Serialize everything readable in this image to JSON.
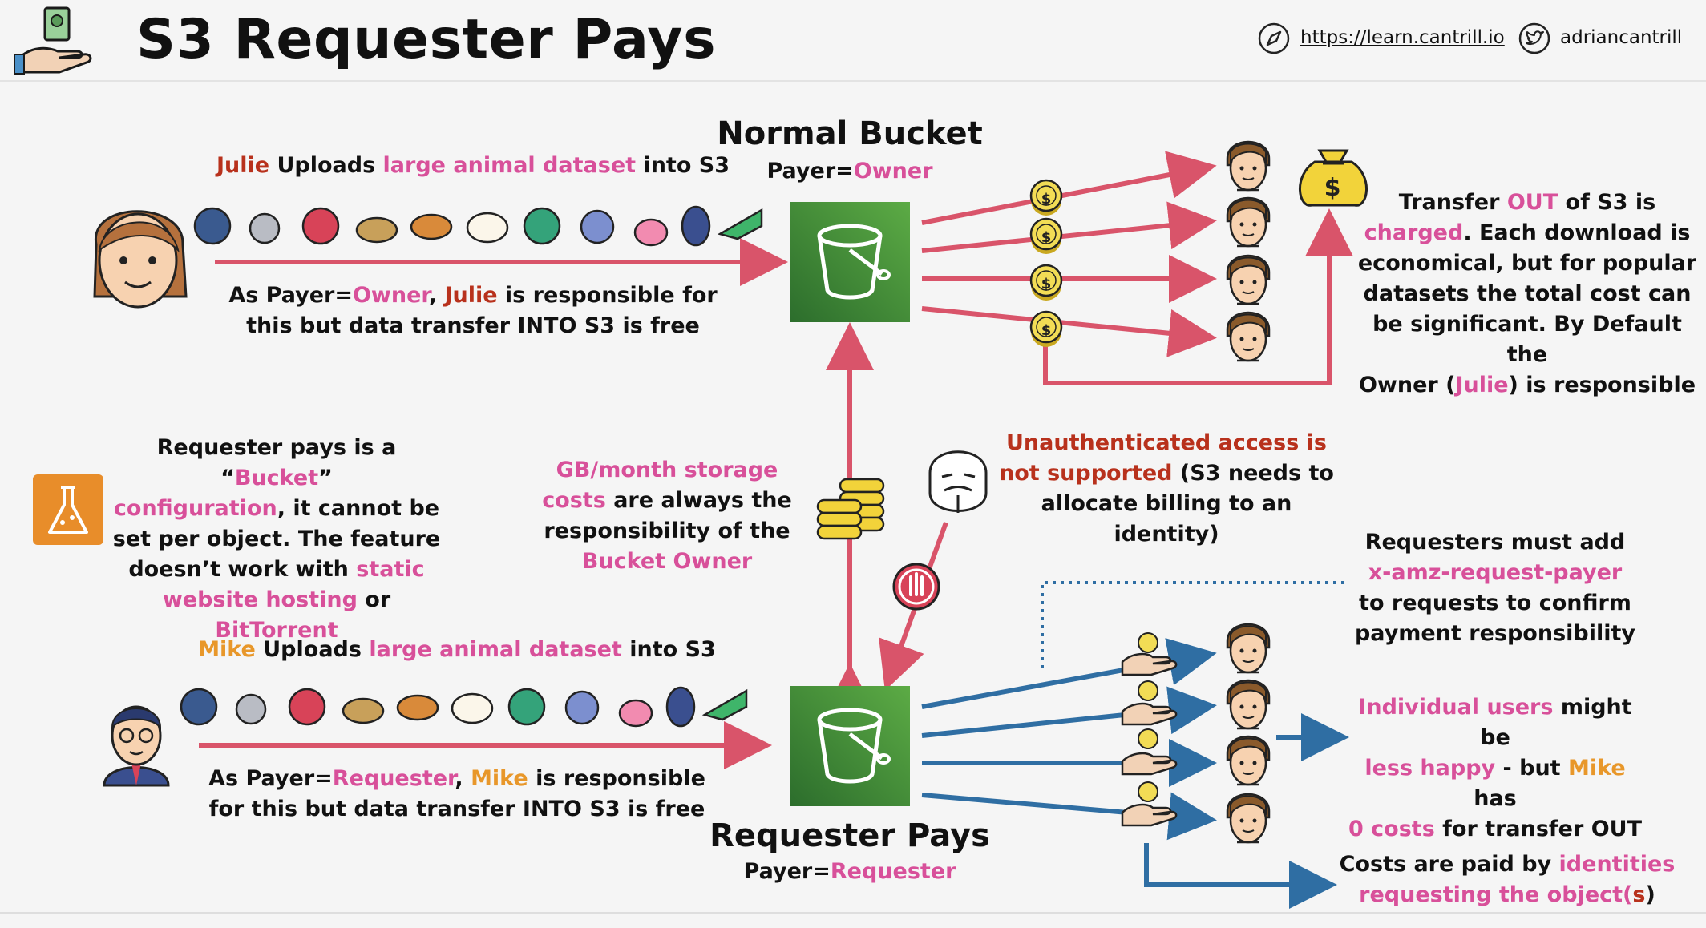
{
  "header": {
    "title": "S3 Requester Pays",
    "link": "https://learn.cantrill.io",
    "twitter": "adriancantrill"
  },
  "normal_bucket": {
    "title": "Normal Bucket",
    "payer_key": "Payer=",
    "payer_value": "Owner"
  },
  "requester_bucket": {
    "title": "Requester Pays",
    "payer_key": "Payer=",
    "payer_value": "Requester"
  },
  "julie": {
    "upload": [
      "Julie",
      " Uploads ",
      "large animal dataset",
      " into S3"
    ],
    "desc_l1": [
      "As Payer=",
      "Owner",
      ", ",
      "Julie",
      " is responsible for"
    ],
    "desc_l2": "this but data transfer INTO S3 is free"
  },
  "mike": {
    "upload": [
      "Mike",
      " Uploads ",
      "large animal dataset",
      " into S3"
    ],
    "desc_l1": [
      "As Payer=",
      "Requester",
      ", ",
      "Mike",
      " is responsible"
    ],
    "desc_l2": "for this but data transfer INTO S3 is free"
  },
  "transfer_out": {
    "l1": [
      "Transfer ",
      "OUT",
      " of S3 is"
    ],
    "l2": [
      "charged",
      ". Each download is"
    ],
    "l3": "economical, but for popular",
    "l4": "datasets the total cost can",
    "l5": "be significant. By Default the",
    "l6": [
      "Owner (",
      "Julie",
      ") is responsible"
    ]
  },
  "bucket_config": {
    "l1": [
      "Requester pays is a “",
      "Bucket",
      "”"
    ],
    "l2": [
      "configuration",
      ", it cannot be"
    ],
    "l3": "set per object. The feature",
    "l4": [
      "doesn’t work with ",
      "static"
    ],
    "l5": [
      "website hosting",
      " or ",
      "BitTorrent"
    ]
  },
  "storage": {
    "l1": "GB/month storage",
    "l2": [
      "costs",
      " are always the"
    ],
    "l3": "responsibility of the",
    "l4": "Bucket Owner"
  },
  "unauth": {
    "l1": "Unauthenticated access is",
    "l2": [
      "not supported",
      " (S3 needs to"
    ],
    "l3": "allocate billing to an identity)"
  },
  "header_req": {
    "l1": "Requesters must add",
    "l2": "x-amz-request-payer",
    "l3": "to requests to confirm",
    "l4": "payment responsibility"
  },
  "individual": {
    "l1": [
      "Individual users",
      " might be"
    ],
    "l2": [
      "less happy",
      " - but ",
      "Mike",
      " has"
    ],
    "l3": [
      "0 costs",
      " for transfer OUT"
    ]
  },
  "costs_paid": {
    "l1": [
      "Costs are paid by ",
      "identities"
    ],
    "l2": [
      "requesting the object(",
      "s",
      ")"
    ]
  },
  "icons": {
    "coin_symbol": "$",
    "bag_symbol": "$"
  },
  "colors": {
    "pink": "#d8509a",
    "red_text": "#b8311c",
    "orange": "#e8972a",
    "red_arrow": "#d9546a",
    "blue_arrow": "#2f6ea3",
    "bucket_green": "#3d8a3d"
  }
}
